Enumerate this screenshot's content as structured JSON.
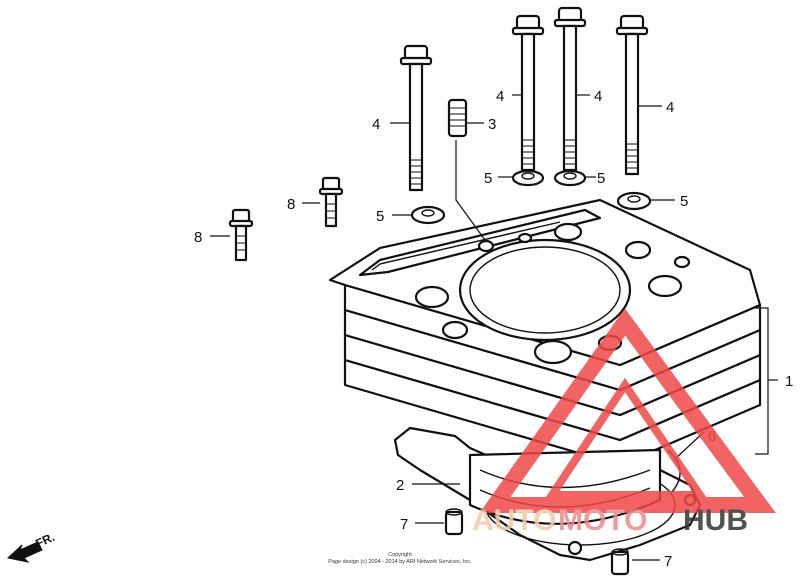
{
  "callouts": {
    "c1": "1",
    "c2": "2",
    "c3": "3",
    "c4a": "4",
    "c4b": "4",
    "c4c": "4",
    "c4d": "4",
    "c5a": "5",
    "c5b": "5",
    "c5c": "5",
    "c5d": "5",
    "c6": "6",
    "c7a": "7",
    "c7b": "7",
    "c8a": "8",
    "c8b": "8"
  },
  "direction_label": "FR.",
  "copyright": {
    "line1": "Copyright",
    "line2": "Page design (c) 2004 - 2014 by ARI Network Services, Inc."
  },
  "watermark": {
    "text_auto": "AUTO",
    "text_moto": "MOTO",
    "text_hub": "HUB",
    "color_auto": "#f2c9a8",
    "color_moto": "#f08a8a",
    "color_hub": "#333333",
    "triangle_color": "#f04848"
  }
}
